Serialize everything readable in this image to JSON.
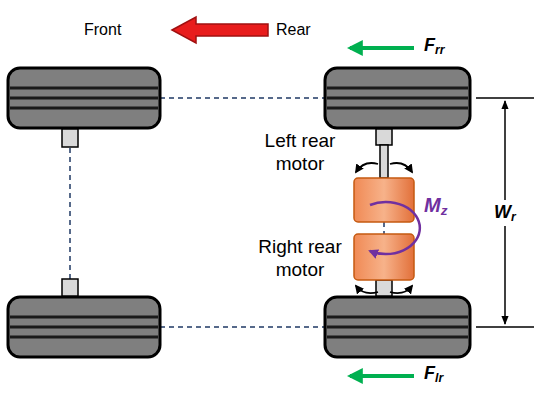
{
  "diagram": {
    "labels": [
      "Front",
      "Rear",
      "Frr",
      "Left rear motor",
      "Mz",
      "Right rear motor",
      "Wr",
      "Flr"
    ]
  }
}
